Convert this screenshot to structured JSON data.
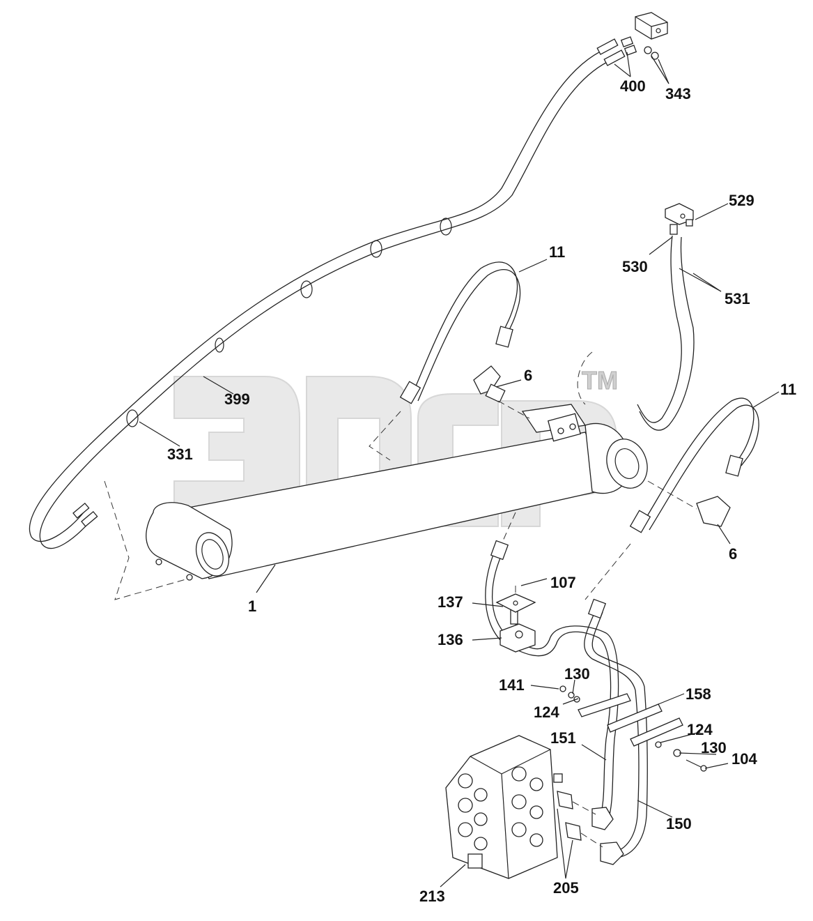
{
  "watermark": {
    "brand": "эпср",
    "mark": "TM"
  },
  "callouts": {
    "c400": "400",
    "c343": "343",
    "c529": "529",
    "c530": "530",
    "c531": "531",
    "c11a": "11",
    "c11b": "11",
    "c6a": "6",
    "c6b": "6",
    "c399": "399",
    "c331": "331",
    "c1": "1",
    "c107": "107",
    "c137": "137",
    "c136": "136",
    "c141": "141",
    "c130a": "130",
    "c124a": "124",
    "c158": "158",
    "c124b": "124",
    "c151": "151",
    "c130b": "130",
    "c104": "104",
    "c150": "150",
    "c205": "205",
    "c213": "213"
  }
}
